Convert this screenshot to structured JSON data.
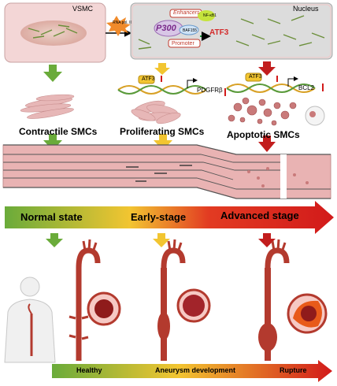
{
  "labels": {
    "vsmc": "VSMC",
    "nucleus": "Nucleus",
    "rna_pol": "RNA pol. II",
    "enhancers": "Enhancers",
    "nfkb": "NF-κB1",
    "p300": "P300",
    "baf155": "BAF155",
    "promoter": "Promoter",
    "atf3_nuclear": "ATF3",
    "atf3_prolif": "ATF3",
    "pdgfrb": "PDGFRβ",
    "atf3_apop": "ATF3",
    "bcl2": "BCL2",
    "contractile": "Contractile SMCs",
    "proliferating": "Proliferating SMCs",
    "apoptotic": "Apoptotic SMCs",
    "stage_normal": "Normal state",
    "stage_early": "Early-stage",
    "stage_advanced": "Advanced stage",
    "out_healthy": "Healthy",
    "out_aneurysm": "Aneurysm development",
    "out_rupture": "Rupture"
  },
  "colors": {
    "green": "#6aab3a",
    "yellow": "#f2c531",
    "red": "#c21d1d",
    "vessel": "#e9b3b3",
    "aorta": "#b33a2e",
    "cell_pink": "#e7b7b7",
    "nucleus_gray": "#dcdcdc"
  }
}
